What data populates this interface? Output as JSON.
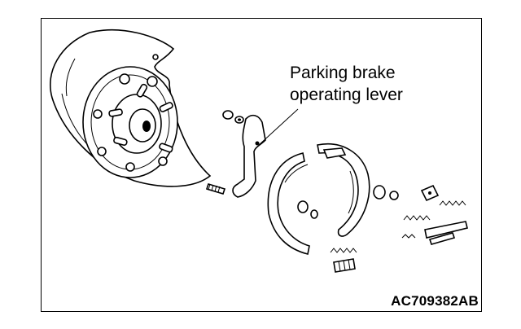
{
  "diagram": {
    "callout_line1": "Parking brake",
    "callout_line2": "operating lever",
    "figure_code": "AC709382AB"
  }
}
